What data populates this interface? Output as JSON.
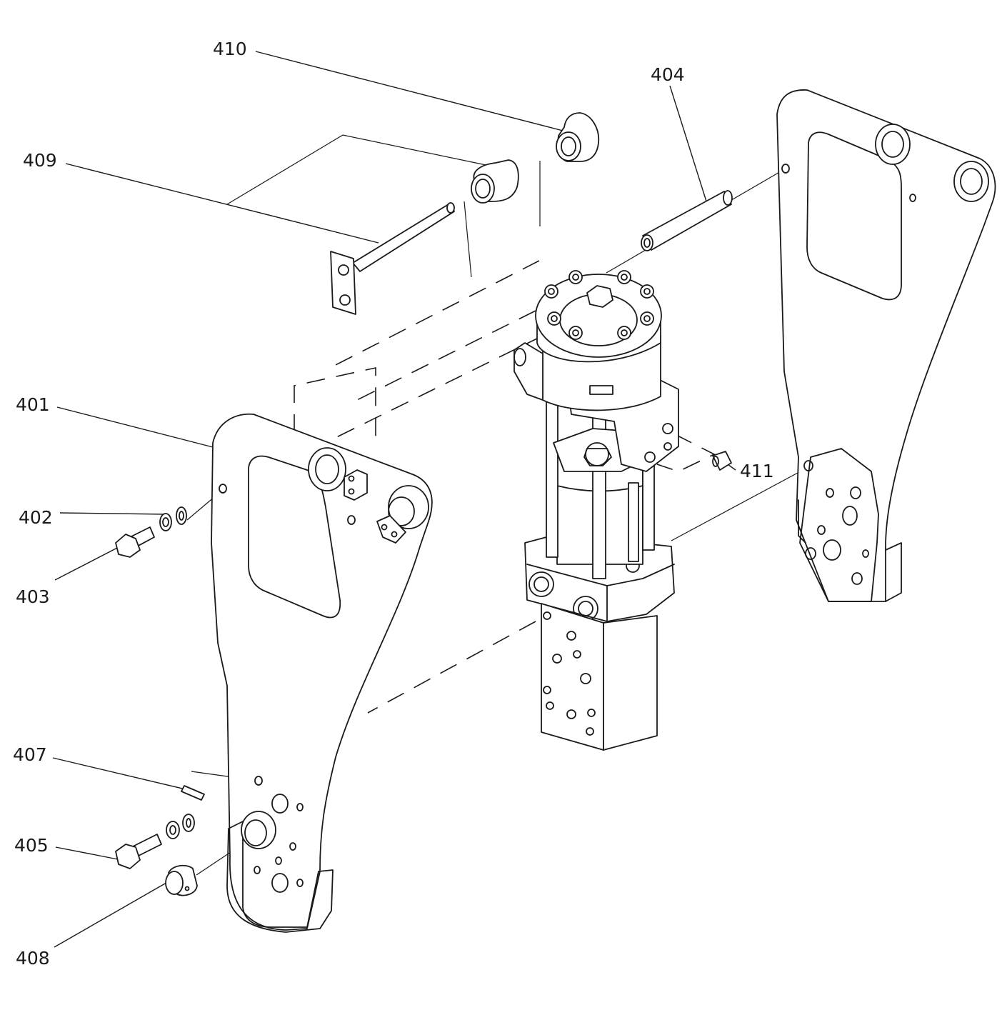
{
  "diagram": {
    "callouts": {
      "c410": "410",
      "c404": "404",
      "c409": "409",
      "c401": "401",
      "c402": "402",
      "c403": "403",
      "c411": "411",
      "c407": "407",
      "c405": "405",
      "c408": "408"
    }
  }
}
